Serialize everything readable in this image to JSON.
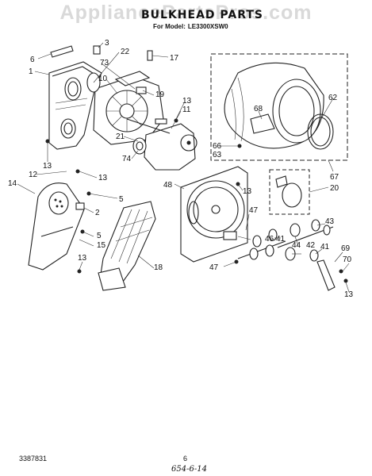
{
  "watermark": "AppliancePartsPros.com",
  "header": {
    "title": "BULKHEAD PARTS",
    "model_prefix": "For Model:",
    "model_number": "LE3300XSW0"
  },
  "callouts": [
    "3",
    "22",
    "6",
    "73",
    "17",
    "1",
    "10",
    "19",
    "13",
    "11",
    "21",
    "62",
    "68",
    "66",
    "63",
    "74",
    "13",
    "67",
    "12",
    "13",
    "14",
    "48",
    "13",
    "20",
    "5",
    "2",
    "47",
    "43",
    "46",
    "41",
    "5",
    "15",
    "44",
    "42",
    "69",
    "18",
    "13",
    "47",
    "41",
    "70",
    "13"
  ],
  "footer": {
    "doc_number": "3387831",
    "page_number": "6",
    "handwritten": "654-6-14"
  }
}
